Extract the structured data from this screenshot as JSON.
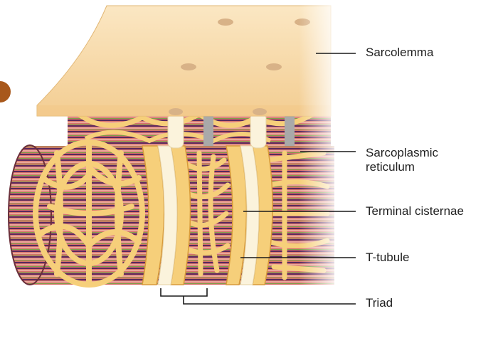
{
  "labels": {
    "sarcolemma": "Sarcolemma",
    "sarcoplasmic_line1": "Sarcoplasmic",
    "sarcoplasmic_line2": "reticulum",
    "terminal_cisternae": "Terminal cisternae",
    "t_tubule": "T-tubule",
    "triad": "Triad"
  },
  "colors": {
    "sarcolemma": "#f9dfb0",
    "reticulum": "#f6cf7a",
    "reticulum_stroke": "#d89a3a",
    "myofibril_red": "#c9544e",
    "myofibril_pink": "#e9a79b",
    "myofibril_purple": "#5a2a5e",
    "t_tubule": "#fbf3dc",
    "badge": "#a8581b"
  }
}
